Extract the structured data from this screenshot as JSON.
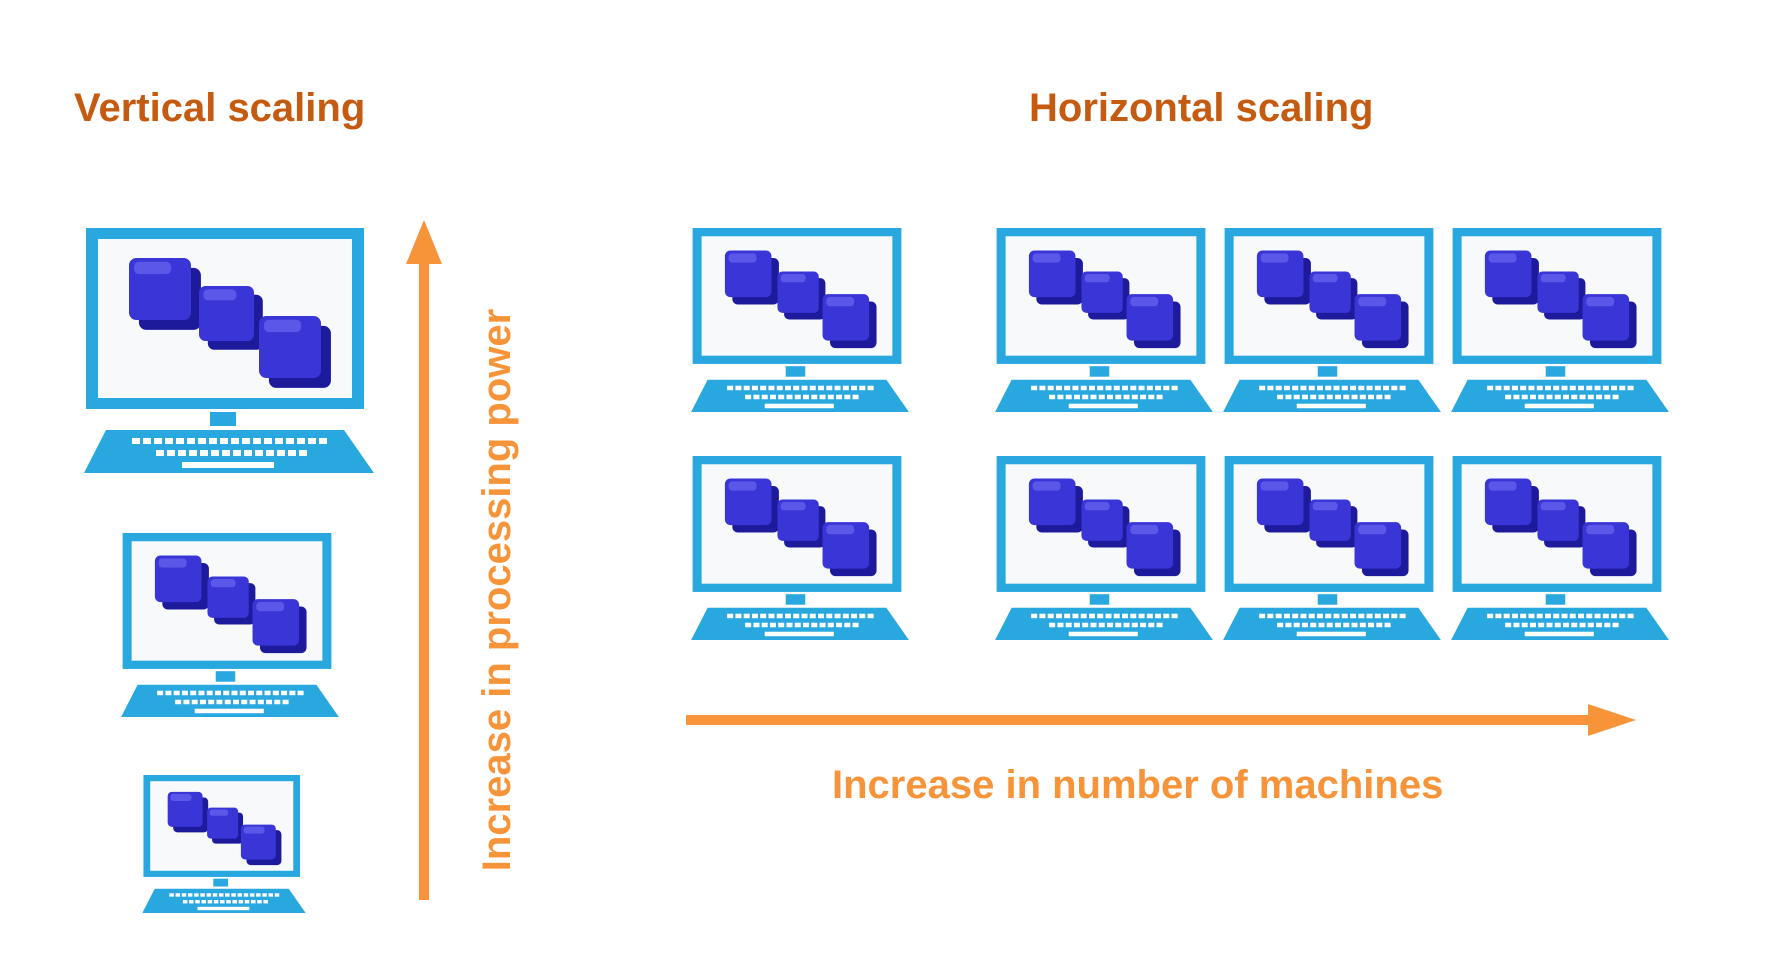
{
  "vertical": {
    "heading": "Vertical scaling",
    "axis_label": "Increase in processing power",
    "machine_count": 3
  },
  "horizontal": {
    "heading": "Horizontal scaling",
    "axis_label": "Increase in number of machines",
    "machine_count": 8
  },
  "icons": {
    "machine": "laptop-icon",
    "blocks": "cube-blocks-icon",
    "arrow_up": "arrow-up-icon",
    "arrow_right": "arrow-right-icon"
  },
  "colors": {
    "heading": "#C55A11",
    "axis": "#F7943A",
    "laptop": "#29A8E0",
    "cube": "#3A35D6",
    "screen": "#F7F9FB"
  }
}
